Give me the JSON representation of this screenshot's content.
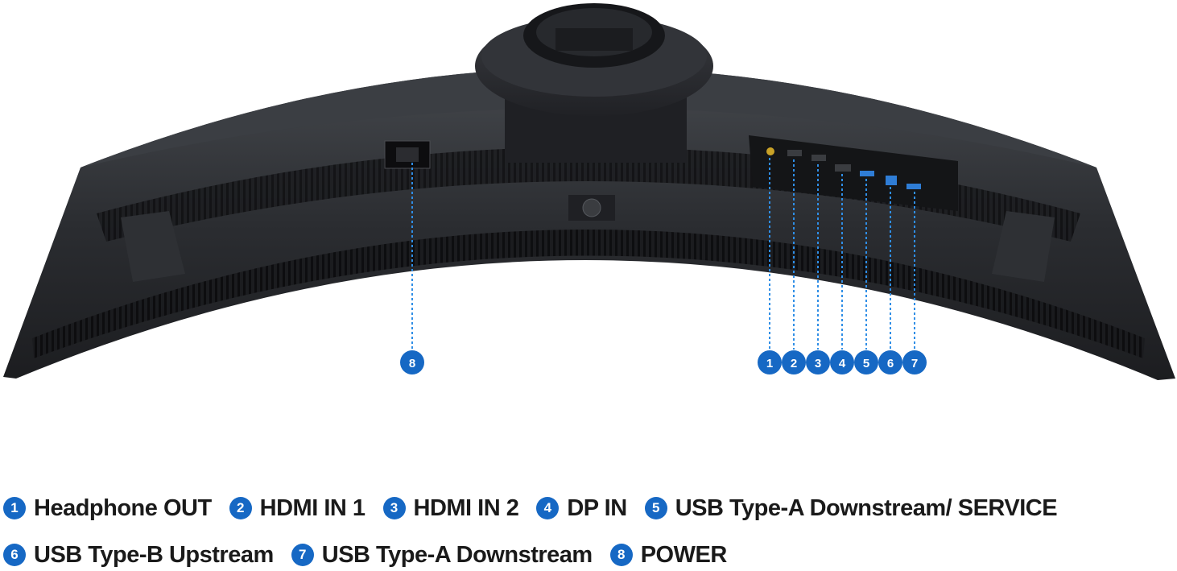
{
  "callouts": [
    {
      "number": "1",
      "port": "headphone-out"
    },
    {
      "number": "2",
      "port": "hdmi-in-1"
    },
    {
      "number": "3",
      "port": "hdmi-in-2"
    },
    {
      "number": "4",
      "port": "dp-in"
    },
    {
      "number": "5",
      "port": "usb-a-downstream-service"
    },
    {
      "number": "6",
      "port": "usb-b-upstream"
    },
    {
      "number": "7",
      "port": "usb-a-downstream"
    },
    {
      "number": "8",
      "port": "power"
    }
  ],
  "legend": {
    "row1": [
      {
        "number": "1",
        "label": "Headphone OUT"
      },
      {
        "number": "2",
        "label": "HDMI IN 1"
      },
      {
        "number": "3",
        "label": "HDMI IN 2"
      },
      {
        "number": "4",
        "label": "DP IN"
      },
      {
        "number": "5",
        "label": "USB Type-A Downstream/ SERVICE"
      }
    ],
    "row2": [
      {
        "number": "6",
        "label": "USB Type-B Upstream"
      },
      {
        "number": "7",
        "label": "USB Type-A Downstream"
      },
      {
        "number": "8",
        "label": "POWER"
      }
    ]
  },
  "colors": {
    "accent_blue": "#1668c4",
    "monitor_body": "#2a2c30",
    "headphone_port": "#c9a227"
  }
}
